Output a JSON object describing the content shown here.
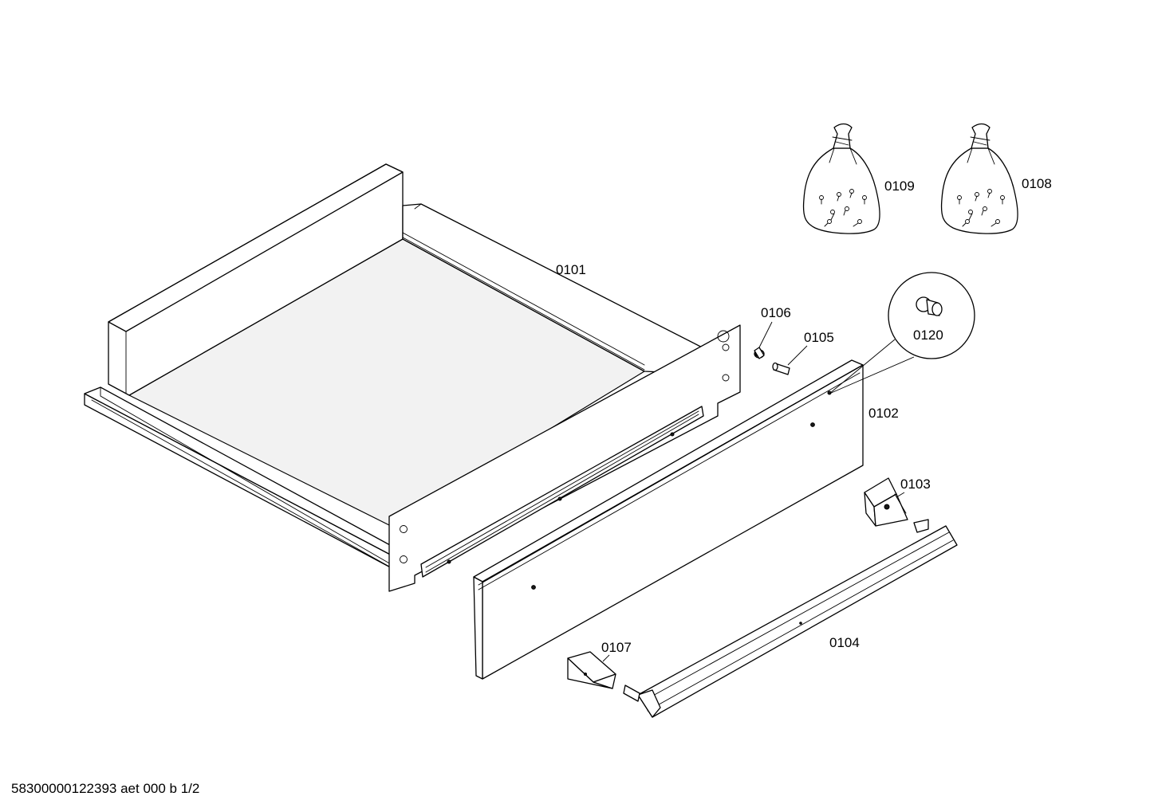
{
  "parts": {
    "p0101": "0101",
    "p0102": "0102",
    "p0103": "0103",
    "p0104": "0104",
    "p0105": "0105",
    "p0106": "0106",
    "p0107": "0107",
    "p0108": "0108",
    "p0109": "0109",
    "p0120": "0120"
  },
  "footer": {
    "code": "58300000122393 aet 000 b 1/2"
  }
}
